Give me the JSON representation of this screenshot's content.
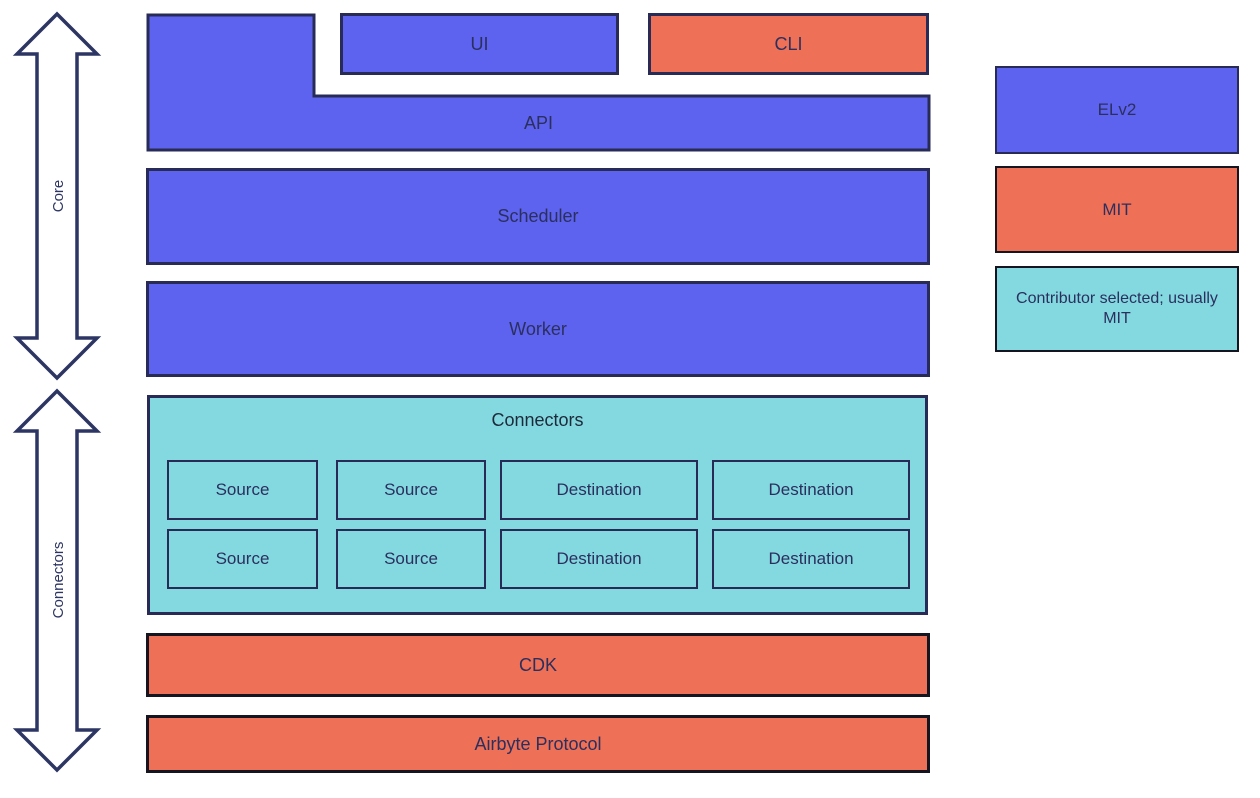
{
  "diagram": {
    "arrows": {
      "core_label": "Core",
      "connectors_label": "Connectors"
    },
    "stack": {
      "ui": "UI",
      "cli": "CLI",
      "api": "API",
      "scheduler": "Scheduler",
      "worker": "Worker",
      "connectors_title": "Connectors",
      "connector_cells": [
        "Source",
        "Source",
        "Destination",
        "Destination",
        "Source",
        "Source",
        "Destination",
        "Destination"
      ],
      "cdk": "CDK",
      "protocol": "Airbyte Protocol"
    },
    "legend": [
      {
        "label": "ELv2",
        "color": "#5d63ee"
      },
      {
        "label": "MIT",
        "color": "#ee7057"
      },
      {
        "label": "Contributor selected; usually MIT",
        "color": "#84d9e0"
      }
    ],
    "colors": {
      "elv2_blue": "#5d63ee",
      "mit_orange": "#ee7057",
      "contributor_teal": "#84d9e0",
      "outline_navy": "#272b55",
      "outline_black": "#141520",
      "text_navy": "#2b2f5e",
      "arrow_navy": "#2d3563"
    }
  }
}
